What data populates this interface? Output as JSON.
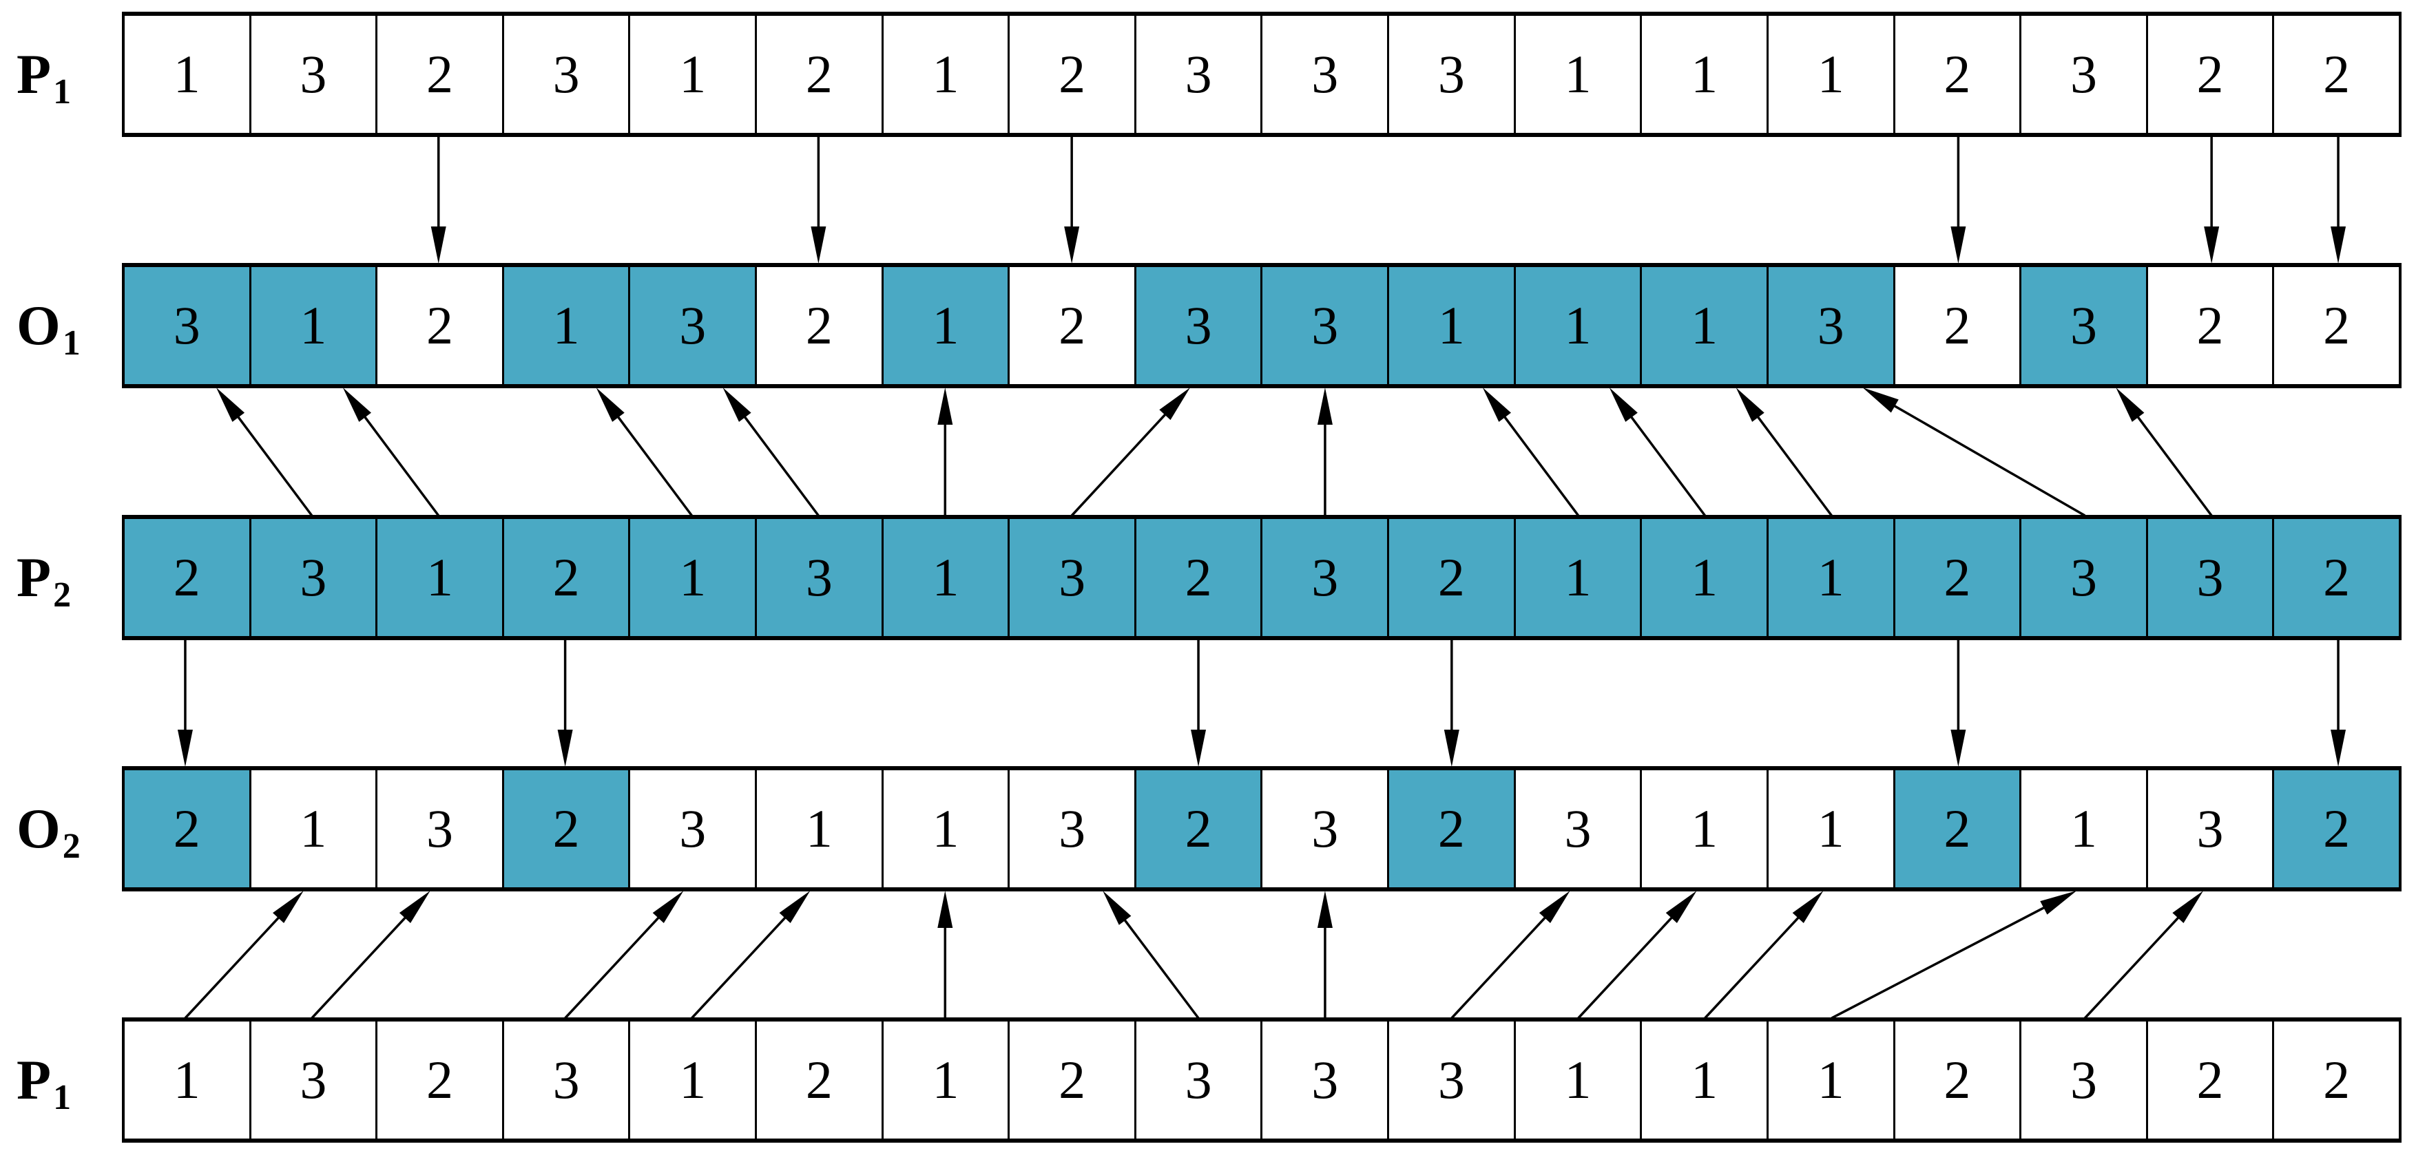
{
  "colors": {
    "highlight": "#4AA9C4",
    "line": "#000000",
    "background": "#FFFFFF"
  },
  "rows": [
    {
      "id": "p1-top",
      "label": {
        "main": "P",
        "sub": "1"
      },
      "values": [
        "1",
        "3",
        "2",
        "3",
        "1",
        "2",
        "1",
        "2",
        "3",
        "3",
        "3",
        "1",
        "1",
        "1",
        "2",
        "3",
        "2",
        "2"
      ],
      "highlighted": []
    },
    {
      "id": "o1",
      "label": {
        "main": "O",
        "sub": "1"
      },
      "values": [
        "3",
        "1",
        "2",
        "1",
        "3",
        "2",
        "1",
        "2",
        "3",
        "3",
        "1",
        "1",
        "1",
        "3",
        "2",
        "3",
        "2",
        "2"
      ],
      "highlighted": [
        1,
        2,
        4,
        5,
        7,
        9,
        10,
        11,
        12,
        13,
        14,
        16
      ]
    },
    {
      "id": "p2",
      "label": {
        "main": "P",
        "sub": "2"
      },
      "values": [
        "2",
        "3",
        "1",
        "2",
        "1",
        "3",
        "1",
        "3",
        "2",
        "3",
        "2",
        "1",
        "1",
        "1",
        "2",
        "3",
        "3",
        "2"
      ],
      "highlighted": [
        1,
        2,
        3,
        4,
        5,
        6,
        7,
        8,
        9,
        10,
        11,
        12,
        13,
        14,
        15,
        16,
        17,
        18
      ]
    },
    {
      "id": "o2",
      "label": {
        "main": "O",
        "sub": "2"
      },
      "values": [
        "2",
        "1",
        "3",
        "2",
        "3",
        "1",
        "1",
        "3",
        "2",
        "3",
        "2",
        "3",
        "1",
        "1",
        "2",
        "1",
        "3",
        "2"
      ],
      "highlighted": [
        1,
        4,
        9,
        11,
        15,
        18
      ]
    },
    {
      "id": "p1-bottom",
      "label": {
        "main": "P",
        "sub": "1"
      },
      "values": [
        "1",
        "3",
        "2",
        "3",
        "1",
        "2",
        "1",
        "2",
        "3",
        "3",
        "3",
        "1",
        "1",
        "1",
        "2",
        "3",
        "2",
        "2"
      ],
      "highlighted": []
    }
  ],
  "arrows": [
    {
      "name": "p1-top-to-o1",
      "type": "vertical-down",
      "from_row": "p1-top",
      "to_row": "o1",
      "columns": [
        3,
        6,
        8,
        15,
        17,
        18
      ]
    },
    {
      "name": "p2-to-o1",
      "type": "diagonal-up",
      "from_row": "p2",
      "to_row": "o1",
      "pairs": [
        [
          2,
          1
        ],
        [
          3,
          2
        ],
        [
          5,
          4
        ],
        [
          6,
          5
        ],
        [
          7,
          7
        ],
        [
          8,
          9
        ],
        [
          10,
          10
        ],
        [
          12,
          11
        ],
        [
          13,
          12
        ],
        [
          14,
          13
        ],
        [
          16,
          14
        ],
        [
          17,
          16
        ]
      ]
    },
    {
      "name": "p2-to-o2",
      "type": "vertical-down",
      "from_row": "p2",
      "to_row": "o2",
      "columns": [
        1,
        4,
        9,
        11,
        15,
        18
      ]
    },
    {
      "name": "p1-bottom-to-o2",
      "type": "diagonal-up",
      "from_row": "p1-bottom",
      "to_row": "o2",
      "pairs": [
        [
          1,
          2
        ],
        [
          2,
          3
        ],
        [
          4,
          5
        ],
        [
          5,
          6
        ],
        [
          7,
          7
        ],
        [
          9,
          8
        ],
        [
          10,
          10
        ],
        [
          11,
          12
        ],
        [
          12,
          13
        ],
        [
          13,
          14
        ],
        [
          14,
          16
        ],
        [
          16,
          17
        ]
      ]
    }
  ]
}
